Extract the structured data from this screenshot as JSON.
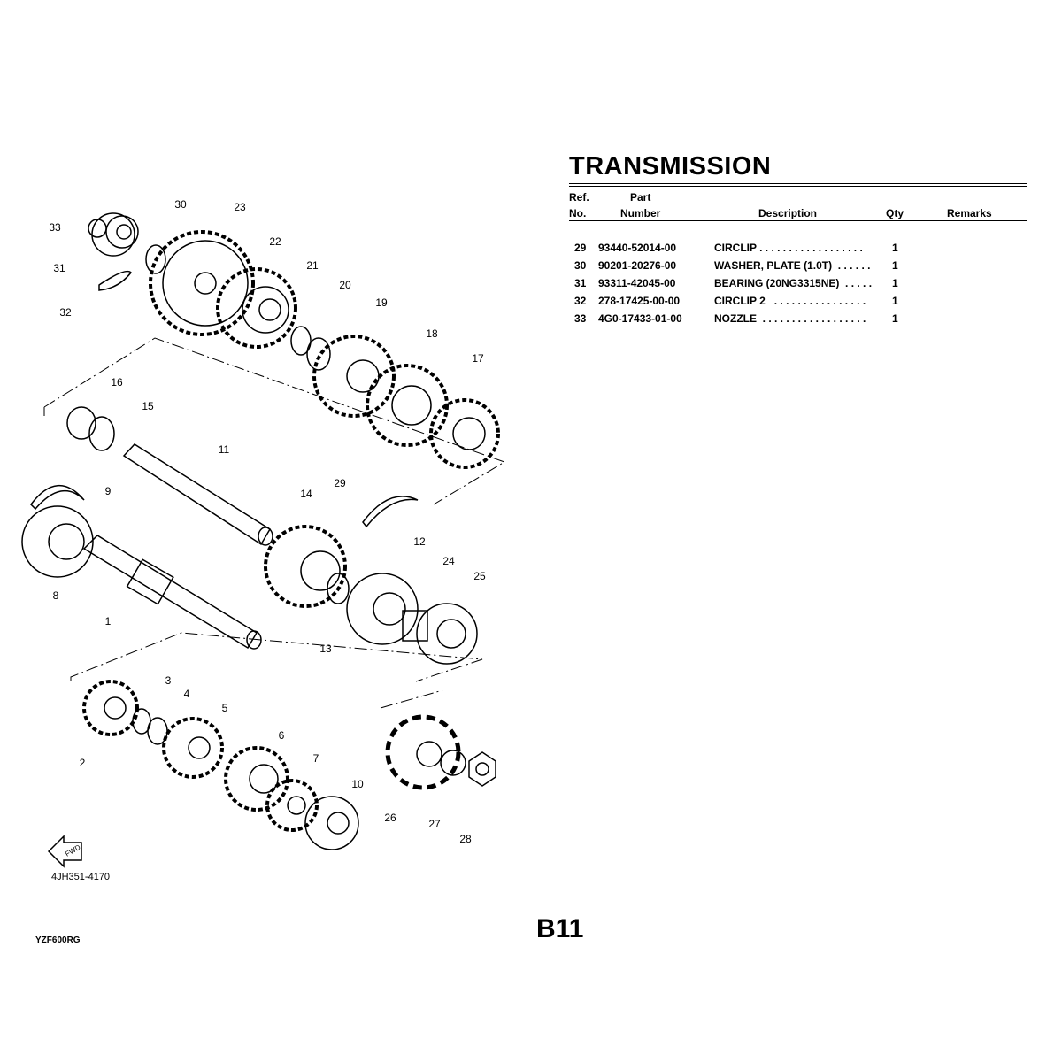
{
  "title": "TRANSMISSION",
  "table": {
    "headers": {
      "ref_line1": "Ref.",
      "ref_line2": "No.",
      "part_line1": "Part",
      "part_line2": "Number",
      "description": "Description",
      "qty": "Qty",
      "remarks": "Remarks"
    },
    "rows": [
      {
        "ref": "29",
        "part_number": "93440-52014-00",
        "description": "CIRCLIP . . . . . . . . . . . . . . . . . .",
        "qty": "1",
        "remarks": ""
      },
      {
        "ref": "30",
        "part_number": "90201-20276-00",
        "description": "WASHER, PLATE (1.0T)  . . . . . .",
        "qty": "1",
        "remarks": ""
      },
      {
        "ref": "31",
        "part_number": "93311-42045-00",
        "description": "BEARING (20NG3315NE)  . . . . .",
        "qty": "1",
        "remarks": ""
      },
      {
        "ref": "32",
        "part_number": "278-17425-00-00",
        "description": "CIRCLIP 2   . . . . . . . . . . . . . . . .",
        "qty": "1",
        "remarks": ""
      },
      {
        "ref": "33",
        "part_number": "4G0-17433-01-00",
        "description": "NOZZLE  . . . . . . . . . . . . . . . . . .",
        "qty": "1",
        "remarks": ""
      }
    ]
  },
  "diagram": {
    "callouts": [
      "33",
      "30",
      "23",
      "22",
      "21",
      "20",
      "19",
      "18",
      "17",
      "16",
      "15",
      "31",
      "32",
      "11",
      "9",
      "29",
      "14",
      "12",
      "24",
      "25",
      "8",
      "1",
      "13",
      "3",
      "4",
      "5",
      "2",
      "6",
      "7",
      "10",
      "26",
      "27",
      "28"
    ],
    "fwd_label": "FWD",
    "drawing_code": "4JH351-4170"
  },
  "footer": {
    "model": "YZF600RG",
    "page": "B11"
  }
}
